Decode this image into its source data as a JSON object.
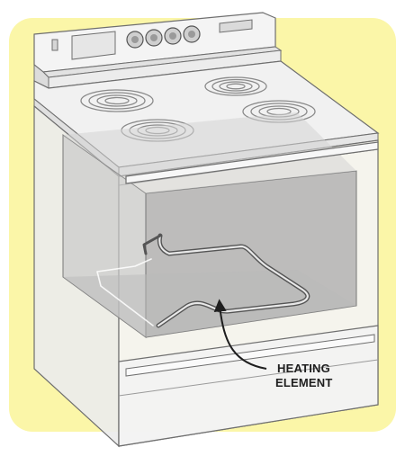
{
  "diagram": {
    "callout": {
      "line1": "HEATING",
      "line2": "ELEMENT"
    },
    "colors": {
      "background_panel": "#fbf6a8",
      "appliance_body": "#f1f1f1",
      "outline": "#6f6f6f",
      "oven_interior": "#c9c9c9",
      "oven_back_wall": "#a9a9a9",
      "burner_coil": "#8a8a8a"
    },
    "icons": [
      "range-oven-illustration",
      "burner-coil-icon",
      "control-knob-icon",
      "door-handle-icon",
      "heating-element-icon",
      "callout-arrow-icon"
    ]
  }
}
